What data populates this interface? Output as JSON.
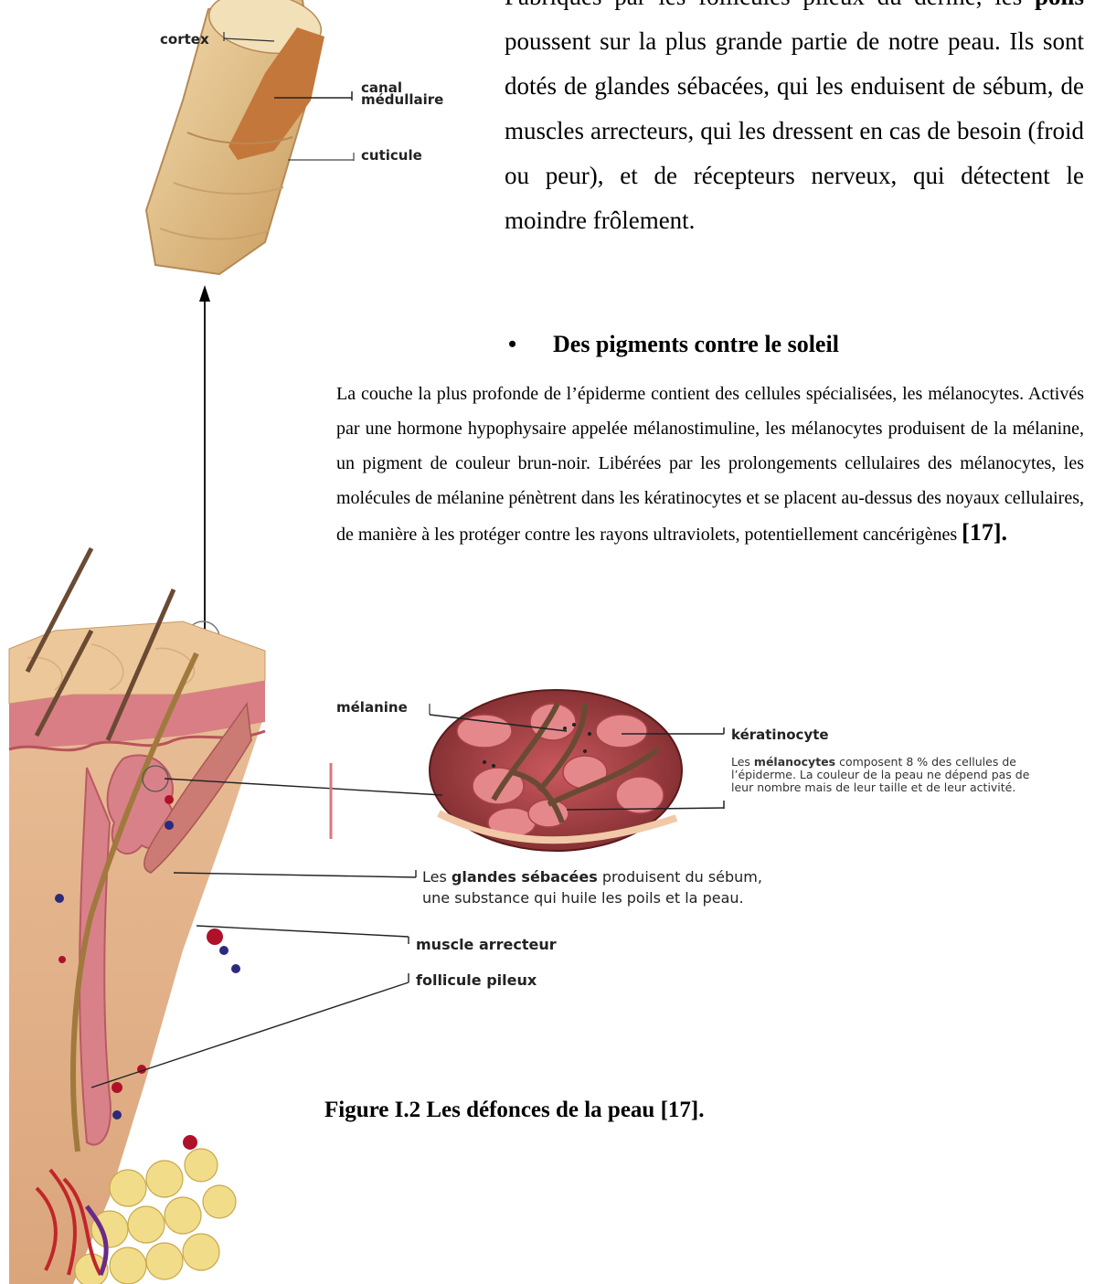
{
  "text": {
    "para1_pre": "Fabriqués par les follicules pileux du derme, les ",
    "para1_bold": "poils",
    "para1_post": " poussent sur la plus grande partie de notre peau. Ils sont dotés de glandes sébacées, qui les enduisent de sébum, de muscles arrecteurs, qui les dressent en cas de besoin (froid ou peur), et de récepteurs nerveux, qui détectent le moindre frôlement.",
    "bullet": "•",
    "heading": "Des pigments contre le soleil",
    "para2": "La couche la plus profonde de l’épiderme contient des cellules spécialisées, les mélanocytes. Activés par une hormone hypophysaire appelée mélanostimuline, les mélanocytes produisent de la mélanine, un pigment de couleur brun-noir. Libérées par les prolongements cellulaires des mélanocytes, les molécules de mélanine pénètrent dans les kératinocytes et se placent au-dessus des noyaux cellulaires, de manière à les protéger contre les rayons ultraviolets, potentiellement cancérigènes ",
    "para2_ref": "[17].",
    "caption": "Figure I.2 Les défonces de la peau [17]."
  },
  "labels": {
    "cortex": "cortex",
    "canal_line1": "canal",
    "canal_line2": "médullaire",
    "cuticule": "cuticule",
    "melanine": "mélanine",
    "keratinocyte": "kératinocyte",
    "note_pre": "Les ",
    "note_bold": "mélanocytes",
    "note_post": " composent 8 % des cellules de l’épiderme. La couleur de la peau ne dépend pas de leur nombre mais de leur taille et de leur activité.",
    "glandes_pre": "Les ",
    "glandes_bold": "glandes sébacées",
    "glandes_post": " produisent du sébum,",
    "glandes_line2": "une substance qui huile les poils et la peau.",
    "muscle": "muscle arrecteur",
    "follicule": "follicule pileux"
  },
  "colors": {
    "hair_light": "#e8c99a",
    "hair_core": "#b86a2e",
    "skin": "#e9c39b",
    "epidermis": "#d9777f",
    "dermis": "#e3b28e",
    "fat": "#f1dc8a"
  }
}
